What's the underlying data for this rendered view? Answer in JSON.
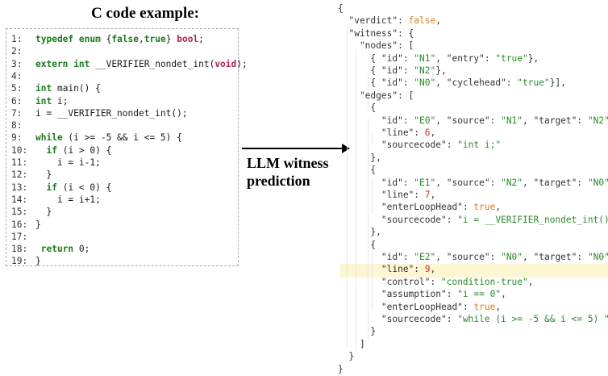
{
  "title": "C code example:",
  "arrow_label": "LLM witness prediction",
  "code_lines": [
    {
      "n": "1:",
      "t": "typedef enum {false,true} bool;"
    },
    {
      "n": "2:",
      "t": ""
    },
    {
      "n": "3:",
      "t": "extern int __VERIFIER_nondet_int(void);"
    },
    {
      "n": "4:",
      "t": ""
    },
    {
      "n": "5:",
      "t": "int main() {"
    },
    {
      "n": "6:",
      "t": "int i;"
    },
    {
      "n": "7:",
      "t": "i = __VERIFIER_nondet_int();"
    },
    {
      "n": "8:",
      "t": ""
    },
    {
      "n": "9:",
      "t": "while (i >= -5 && i <= 5) {"
    },
    {
      "n": "10:",
      "t": "  if (i > 0) {"
    },
    {
      "n": "11:",
      "t": "    i = i-1;"
    },
    {
      "n": "12:",
      "t": "  }"
    },
    {
      "n": "13:",
      "t": "  if (i < 0) {"
    },
    {
      "n": "14:",
      "t": "    i = i+1;"
    },
    {
      "n": "15:",
      "t": "  }"
    },
    {
      "n": "16:",
      "t": "}"
    },
    {
      "n": "17:",
      "t": ""
    },
    {
      "n": "18:",
      "t": " return 0;"
    },
    {
      "n": "19:",
      "t": "}"
    }
  ],
  "json_lines": [
    "{",
    "  \"verdict\": false,",
    "  \"witness\": {",
    "    \"nodes\": [",
    "      { \"id\": \"N1\", \"entry\": \"true\"},",
    "      { \"id\": \"N2\"},",
    "      { \"id\": \"N0\", \"cyclehead\": \"true\"}],",
    "    \"edges\": [",
    "      {",
    "        \"id\": \"E0\", \"source\": \"N1\", \"target\": \"N2\",",
    "        \"line\": 6,",
    "        \"sourcecode\": \"int i;\"",
    "      },",
    "      {",
    "        \"id\": \"E1\", \"source\": \"N2\", \"target\": \"N0\",",
    "        \"line\": 7,",
    "        \"enterLoopHead\": true,",
    "        \"sourcecode\": \"i = __VERIFIER_nondet_int()\"",
    "      },",
    "      {",
    "        \"id\": \"E2\", \"source\": \"N0\", \"target\": \"N0\",",
    "        \"line\": 9,",
    "        \"control\": \"condition-true\",",
    "        \"assumption\": \"i == 0\",",
    "        \"enterLoopHead\": true,",
    "        \"sourcecode\": \"while (i >= -5 && i <= 5) \"",
    "      }",
    "    ]",
    "  }",
    "}"
  ],
  "colors": {
    "keyword": "#1c7a1c",
    "type": "#b0205a",
    "string": "#2a8a2a",
    "number": "#c0392b",
    "boolean": "#e07a1f",
    "highlight": "#fcf6d2"
  }
}
